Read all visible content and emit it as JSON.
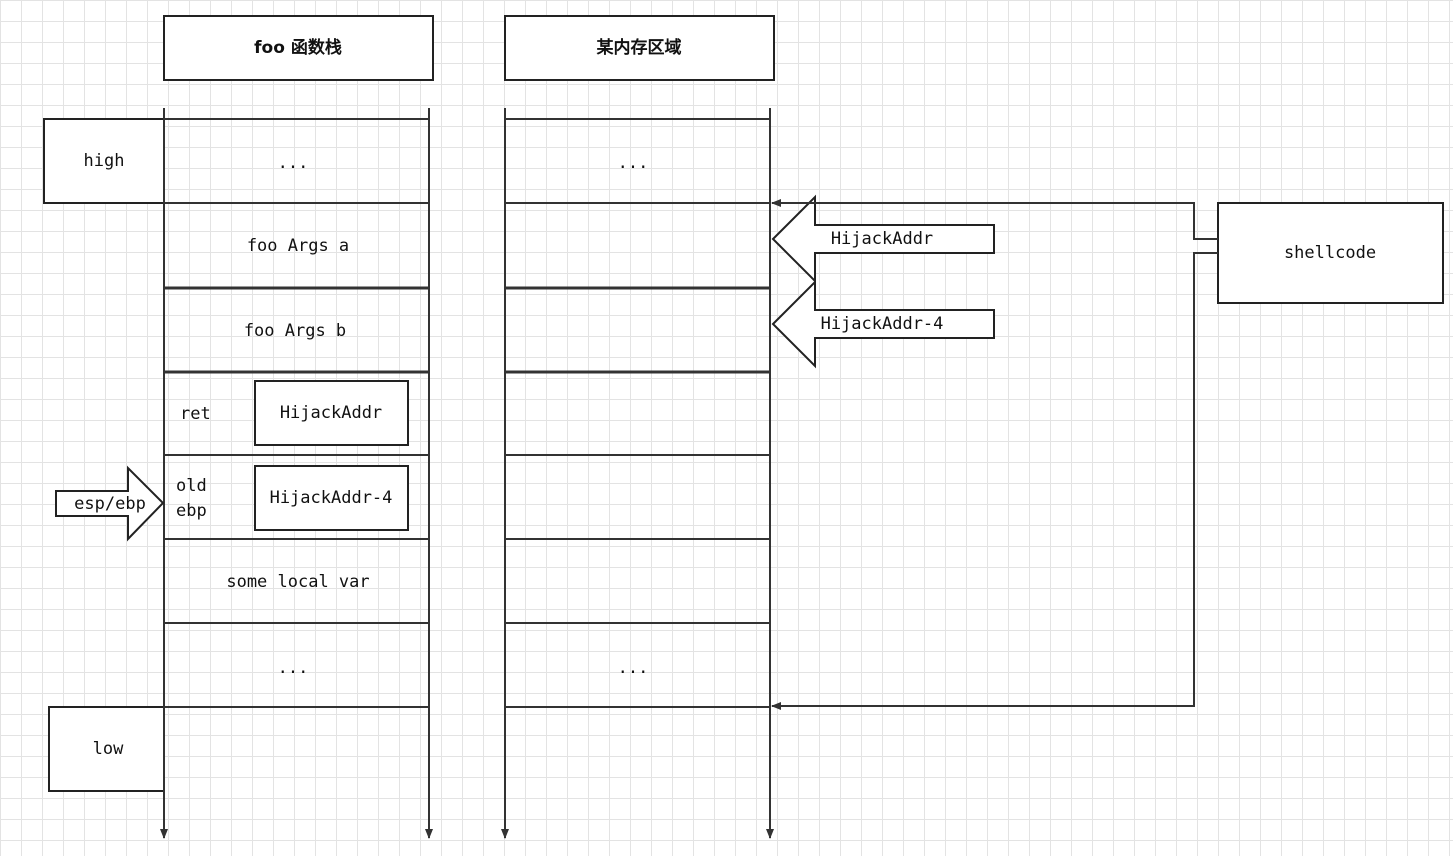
{
  "headers": {
    "foo_stack": "foo 函数栈",
    "memory_region": "某内存区域"
  },
  "labels": {
    "high": "high",
    "low": "low",
    "esp_ebp": "esp/ebp",
    "shellcode": "shellcode"
  },
  "foo_stack_cells": {
    "top_ellipsis": "...",
    "arg_a": "foo Args a",
    "arg_b": "foo Args b",
    "ret": "ret",
    "ret_value": "HijackAddr",
    "old_ebp_line1": "old",
    "old_ebp_line2": "ebp",
    "old_ebp_value": "HijackAddr-4",
    "local_var": "some local var",
    "bottom_ellipsis": "..."
  },
  "memory_cells": {
    "top_ellipsis": "...",
    "bottom_ellipsis": "..."
  },
  "pointers": {
    "hijack_addr": "HijackAddr",
    "hijack_addr_minus_4": "HijackAddr-4"
  }
}
